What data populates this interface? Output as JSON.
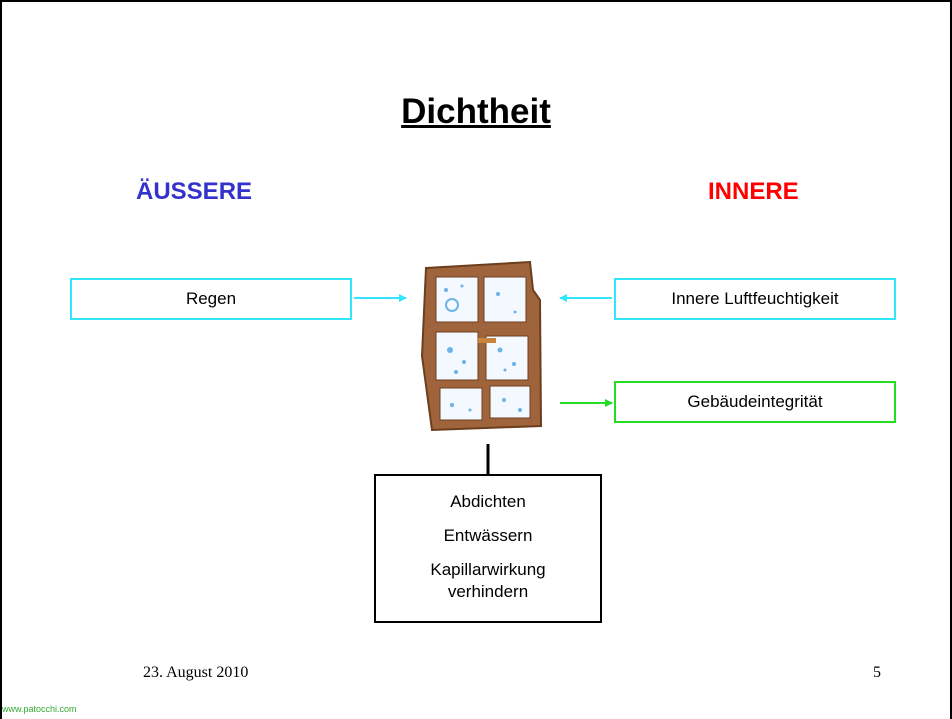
{
  "title": "Dichtheit",
  "headings": {
    "outer": "ÄUSSERE",
    "inner": "INNERE"
  },
  "boxes": {
    "rain": "Regen",
    "humidity": "Innere Luftfeuchtigkeit",
    "integrity": "Gebäudeintegrität"
  },
  "measures": [
    "Abdichten",
    "Entwässern",
    "Kapillarwirkung",
    "verhindern"
  ],
  "footer": {
    "date": "23. August 2010",
    "page": "5"
  },
  "watermark": "www.patocchi.com",
  "colors": {
    "outer_heading": "#3333cc",
    "inner_heading": "#ff0000",
    "cyan_box": "#33e6ff",
    "green_box": "#22dd22",
    "window_frame": "#a0643c"
  },
  "icons": {
    "window": "window-illustration-icon"
  }
}
